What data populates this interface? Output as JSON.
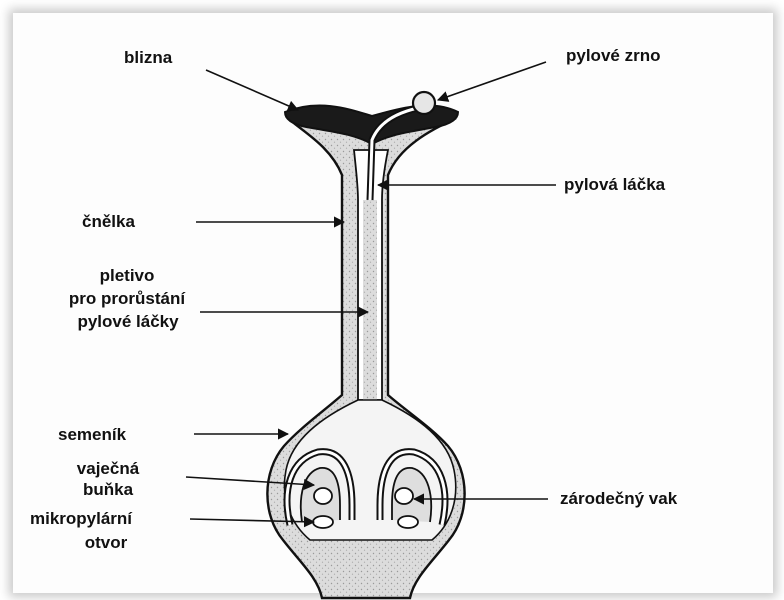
{
  "labels": {
    "blizna": "blizna",
    "pylove_zrno": "pylové zrno",
    "pylova_lacka": "pylová láčka",
    "cnelka": "čnělka",
    "pletivo_1": "pletivo",
    "pletivo_2": "pro prorůstání",
    "pletivo_3": "pylové láčky",
    "semenik": "semeník",
    "vajecna_1": "vaječná",
    "vajecna_2": "buňka",
    "zarodecny_vak": "zárodečný vak",
    "mikropylarni_1": "mikropylární",
    "mikropylarni_2": "otvor"
  },
  "colors": {
    "ink": "#111111",
    "tissue": "#d9d9d9",
    "stigma": "#1a1a1a"
  }
}
